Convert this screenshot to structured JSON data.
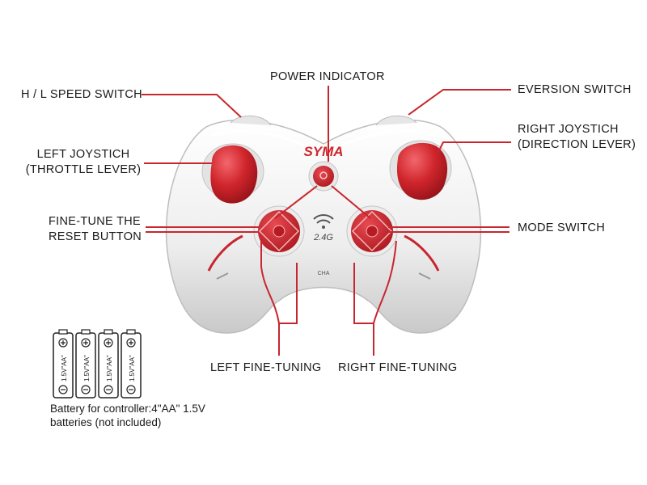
{
  "labels": {
    "power_indicator": "POWER INDICATOR",
    "hl_speed_switch": "H / L SPEED SWITCH",
    "eversion_switch": "EVERSION SWITCH",
    "left_joystick_1": "LEFT JOYSTICH",
    "left_joystick_2": "(THROTTLE LEVER)",
    "right_joystick_1": "RIGHT JOYSTICH",
    "right_joystick_2": "(DIRECTION LEVER)",
    "fine_tune_1": "FINE-TUNE THE",
    "fine_tune_2": "RESET BUTTON",
    "mode_switch": "MODE SWITCH",
    "left_fine_tuning": "LEFT FINE-TUNING",
    "right_fine_tuning": "RIGHT FINE-TUNING"
  },
  "controller": {
    "brand": "SYMA",
    "band": "2.4G",
    "channel": "CHA"
  },
  "battery": {
    "cell_label": "1.5V\"AA\"",
    "note_line1": "Battery for controller:4\"AA\" 1.5V",
    "note_line2": "batteries (not included)"
  },
  "colors": {
    "accent_red": "#d0252c",
    "leader_line": "#c8262e",
    "body_white": "#f4f4f4"
  }
}
